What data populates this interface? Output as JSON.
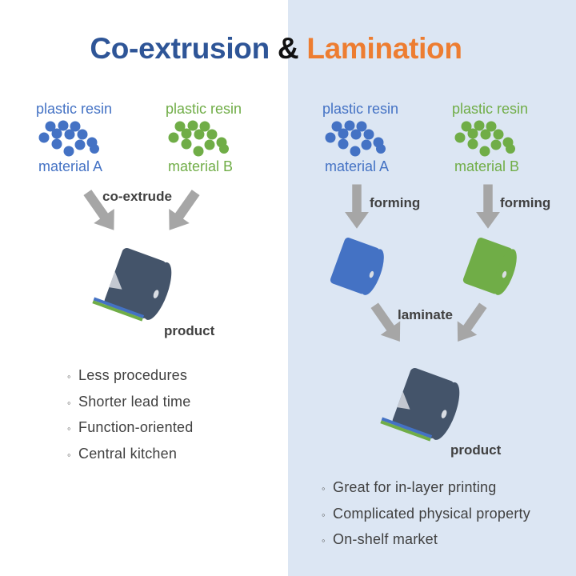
{
  "title": {
    "part1": "Co-extrusion",
    "amp": "&",
    "part2": "Lamination"
  },
  "resin_label": "plastic resin",
  "material_a": "material A",
  "material_b": "material B",
  "steps": {
    "co_extrude": "co-extrude",
    "forming": "forming",
    "laminate": "laminate"
  },
  "product_label": "product",
  "bullet_marker": "◦",
  "left_bullets": [
    "Less procedures",
    "Shorter lead time",
    "Function-oriented",
    "Central kitchen"
  ],
  "right_bullets": [
    "Great for in-layer printing",
    "Complicated physical property",
    "On-shelf market"
  ],
  "colors": {
    "blue": "#4472c4",
    "green": "#70ad47",
    "roll": "#44546a",
    "arrow": "#a6a6a6",
    "panel": "#dce6f3",
    "accent": "#ed7d31"
  }
}
